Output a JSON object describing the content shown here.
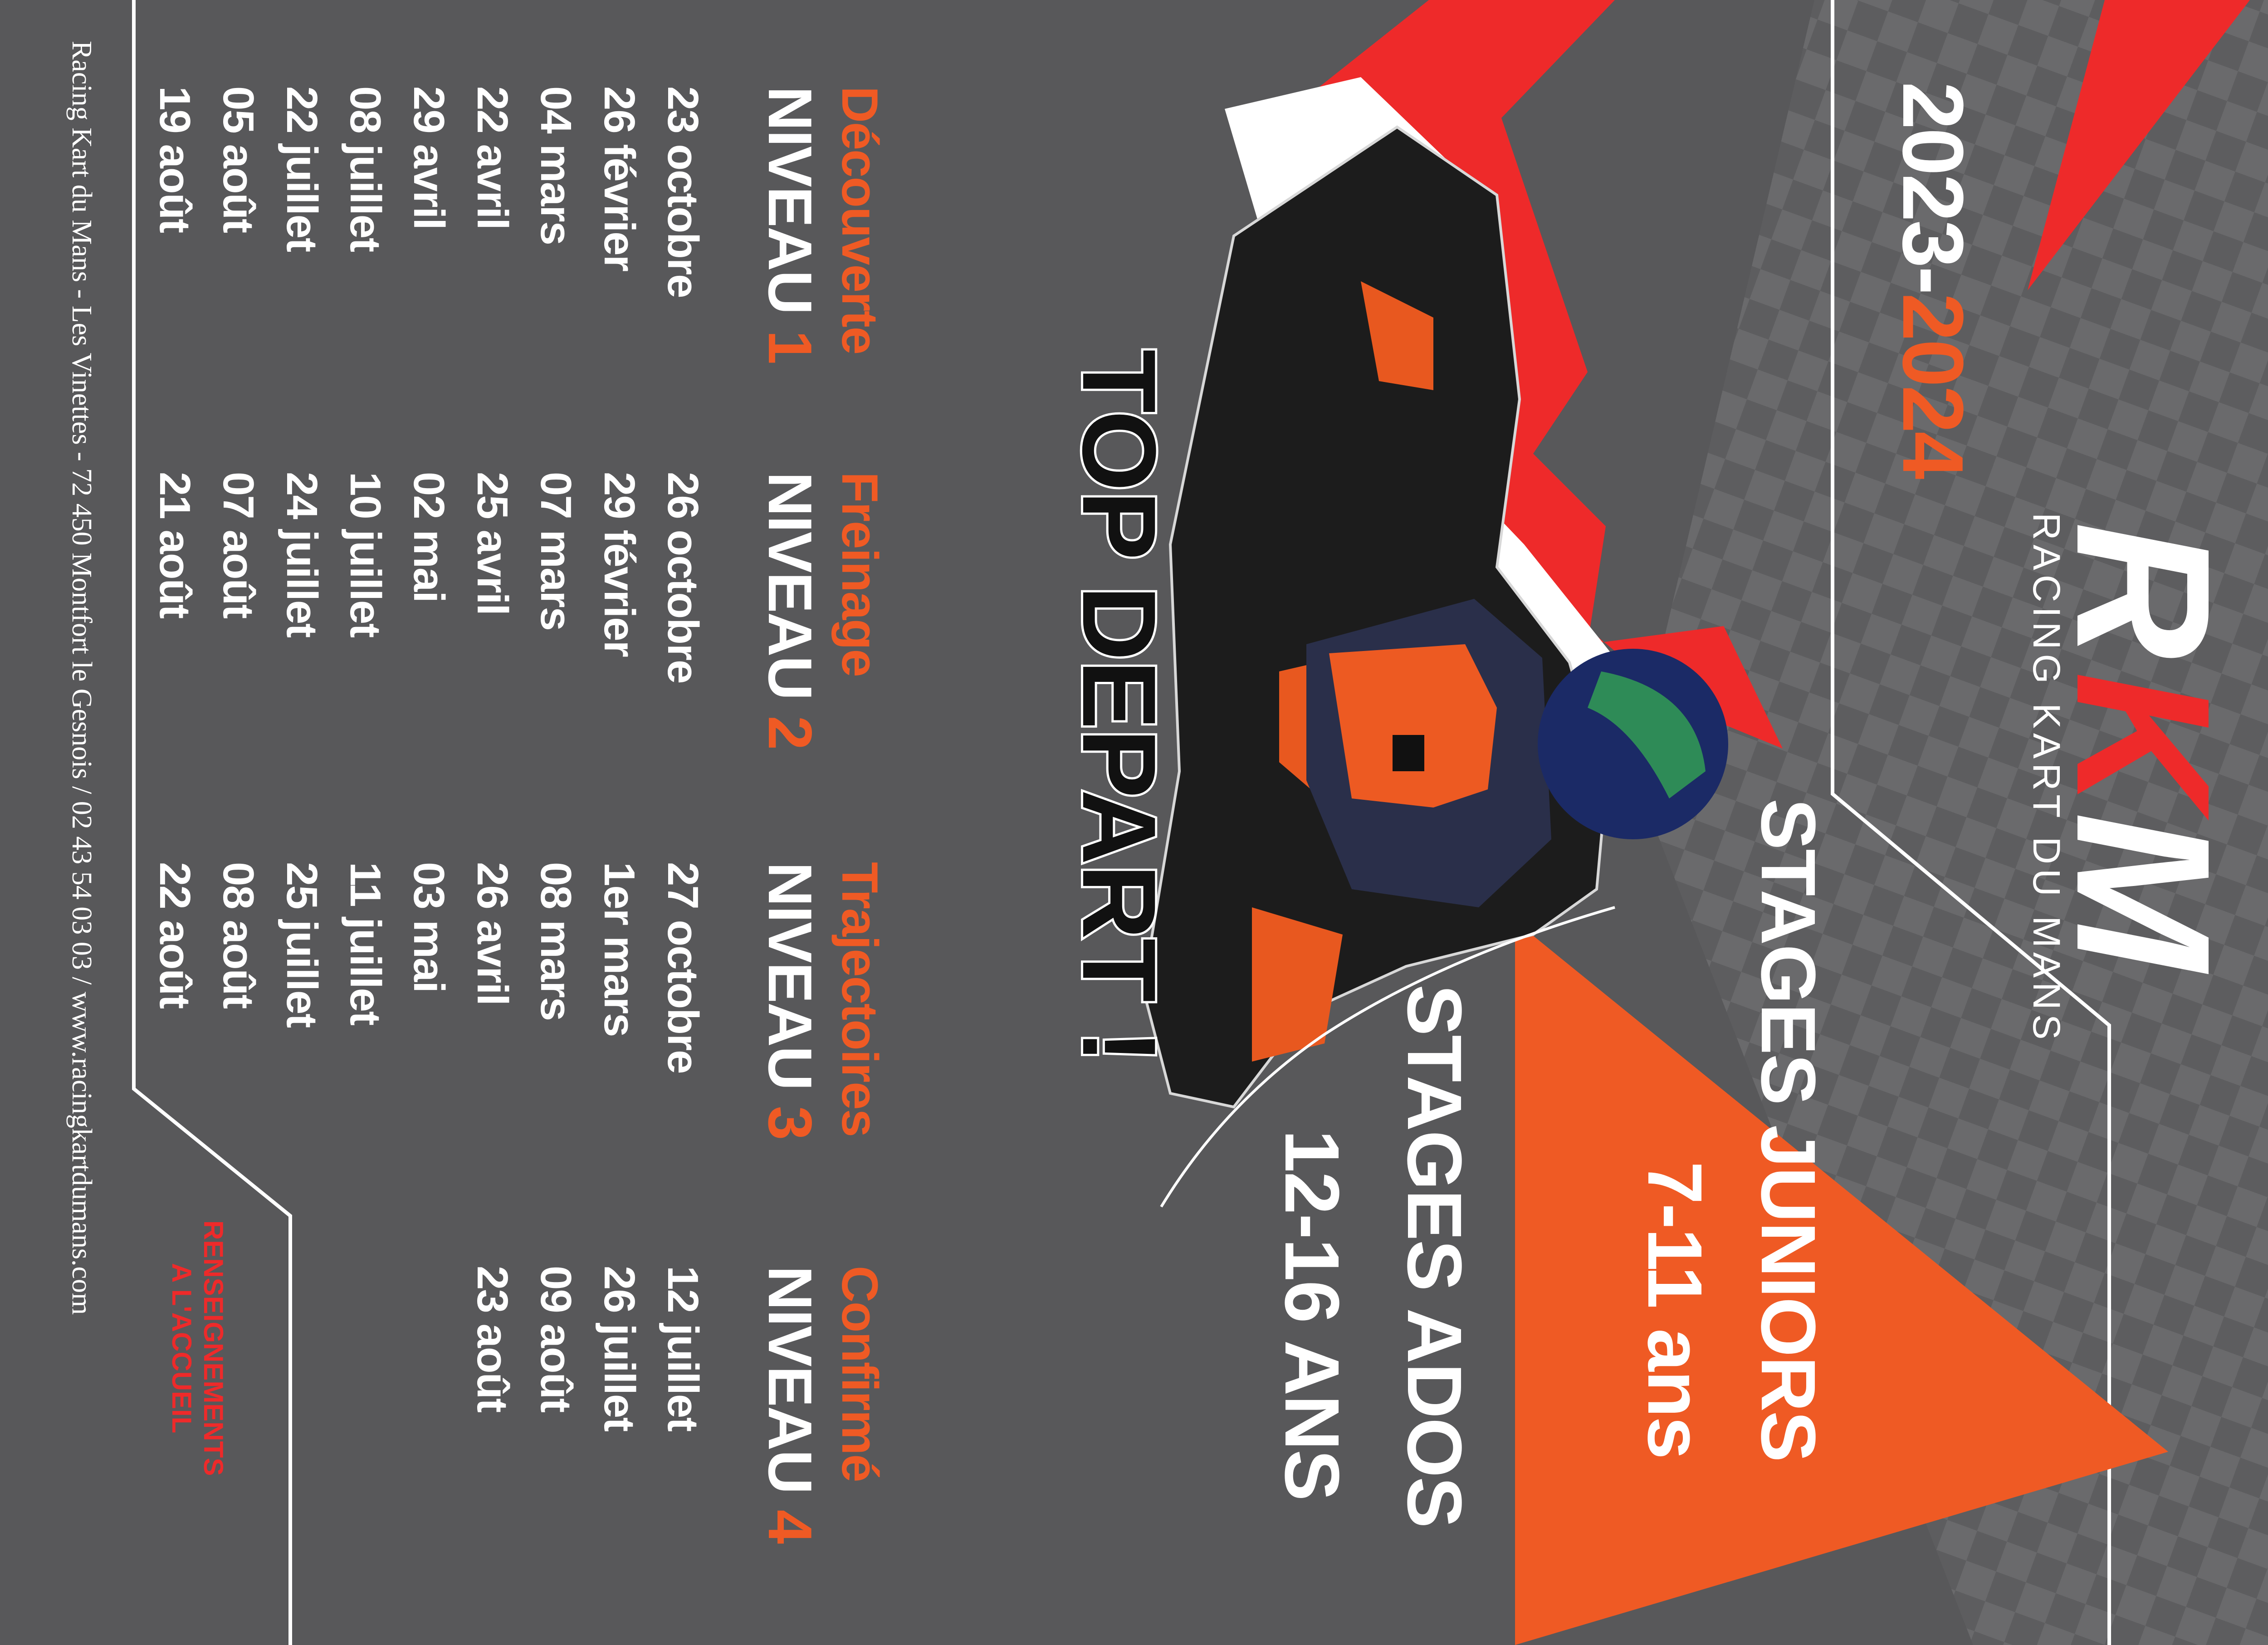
{
  "footer": "Racing Kart du Mans - Les Vinettes - 72 450 Montfort le Gesnois / 02 43 54 03 03 / www.racingkartdumans.com",
  "info": [
    "RENSEIGNEMENTS",
    "A L'ACCUEIL"
  ],
  "season": {
    "part1": "2023-",
    "part2": "2024"
  },
  "stages": {
    "juniors": {
      "title": "STAGES JUNIORS",
      "age": "7-11 ans"
    },
    "ados": {
      "title": "STAGES ADOS",
      "age": "12-16 ANS"
    }
  },
  "headline": "TOP DEPART !",
  "brand": {
    "logo_text": "RKM",
    "name": "RACING KART DU MANS"
  },
  "levels": [
    {
      "name": "Découverte",
      "label": "NIVEAU",
      "number": "1",
      "dates": [
        "23 octobre",
        "26 février",
        "04 mars",
        "22 avril",
        "29 avril",
        "08 juillet",
        "22 juillet",
        "05 août",
        "19 août"
      ]
    },
    {
      "name": "Freinage",
      "label": "NIVEAU",
      "number": "2",
      "dates": [
        "26 octobre",
        "29 février",
        "07 mars",
        "25 avril",
        "02 mai",
        "10 juillet",
        "24 juillet",
        "07 août",
        "21 août"
      ]
    },
    {
      "name": "Trajectoires",
      "label": "NIVEAU",
      "number": "3",
      "dates": [
        "27 octobre",
        "1er mars",
        "08 mars",
        "26 avril",
        "03 mai",
        "11 juillet",
        "25 juillet",
        "08 août",
        "22 août"
      ]
    },
    {
      "name": "Confirmé",
      "label": "NIVEAU",
      "number": "4",
      "dates": [
        "12 juillet",
        "26 juillet",
        "09 août",
        "23 août"
      ]
    }
  ],
  "colors": {
    "background": "#58585a",
    "accent_orange": "#ef5a24",
    "accent_red": "#ee2a2a",
    "checker": "#6a6a6c"
  }
}
